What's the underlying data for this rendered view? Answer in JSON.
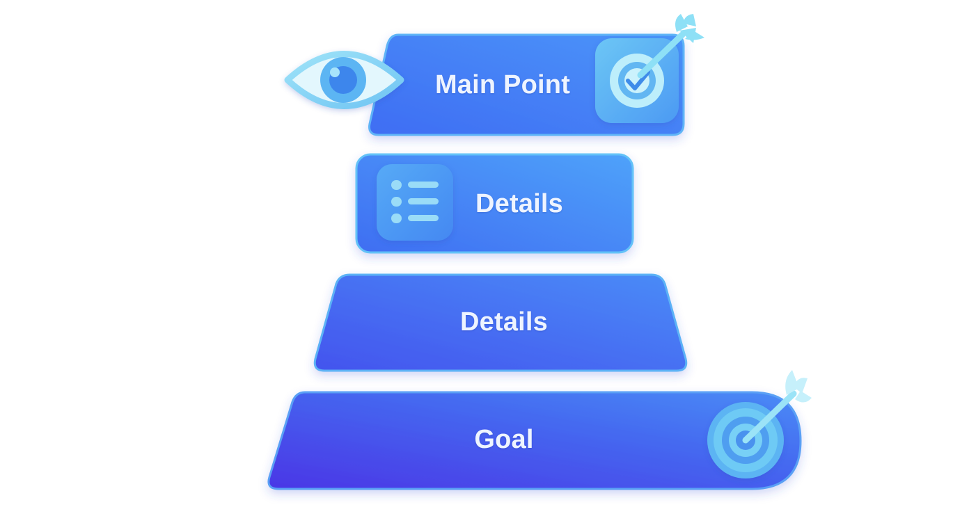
{
  "tiers": [
    {
      "label": "Main Point"
    },
    {
      "label": "Details"
    },
    {
      "label": "Details"
    },
    {
      "label": "Goal"
    }
  ],
  "icons": {
    "top_left": "eye-icon",
    "top_right": "target-check-arrow-icon",
    "second_left": "list-icon",
    "bottom_right": "target-arrow-icon"
  },
  "colors": {
    "tier_light": "#4b8df8",
    "tier_dark": "#4636e8",
    "icon_light": "#8fe0f5",
    "icon_mid": "#5cb8f2",
    "text": "#eef4ff"
  }
}
